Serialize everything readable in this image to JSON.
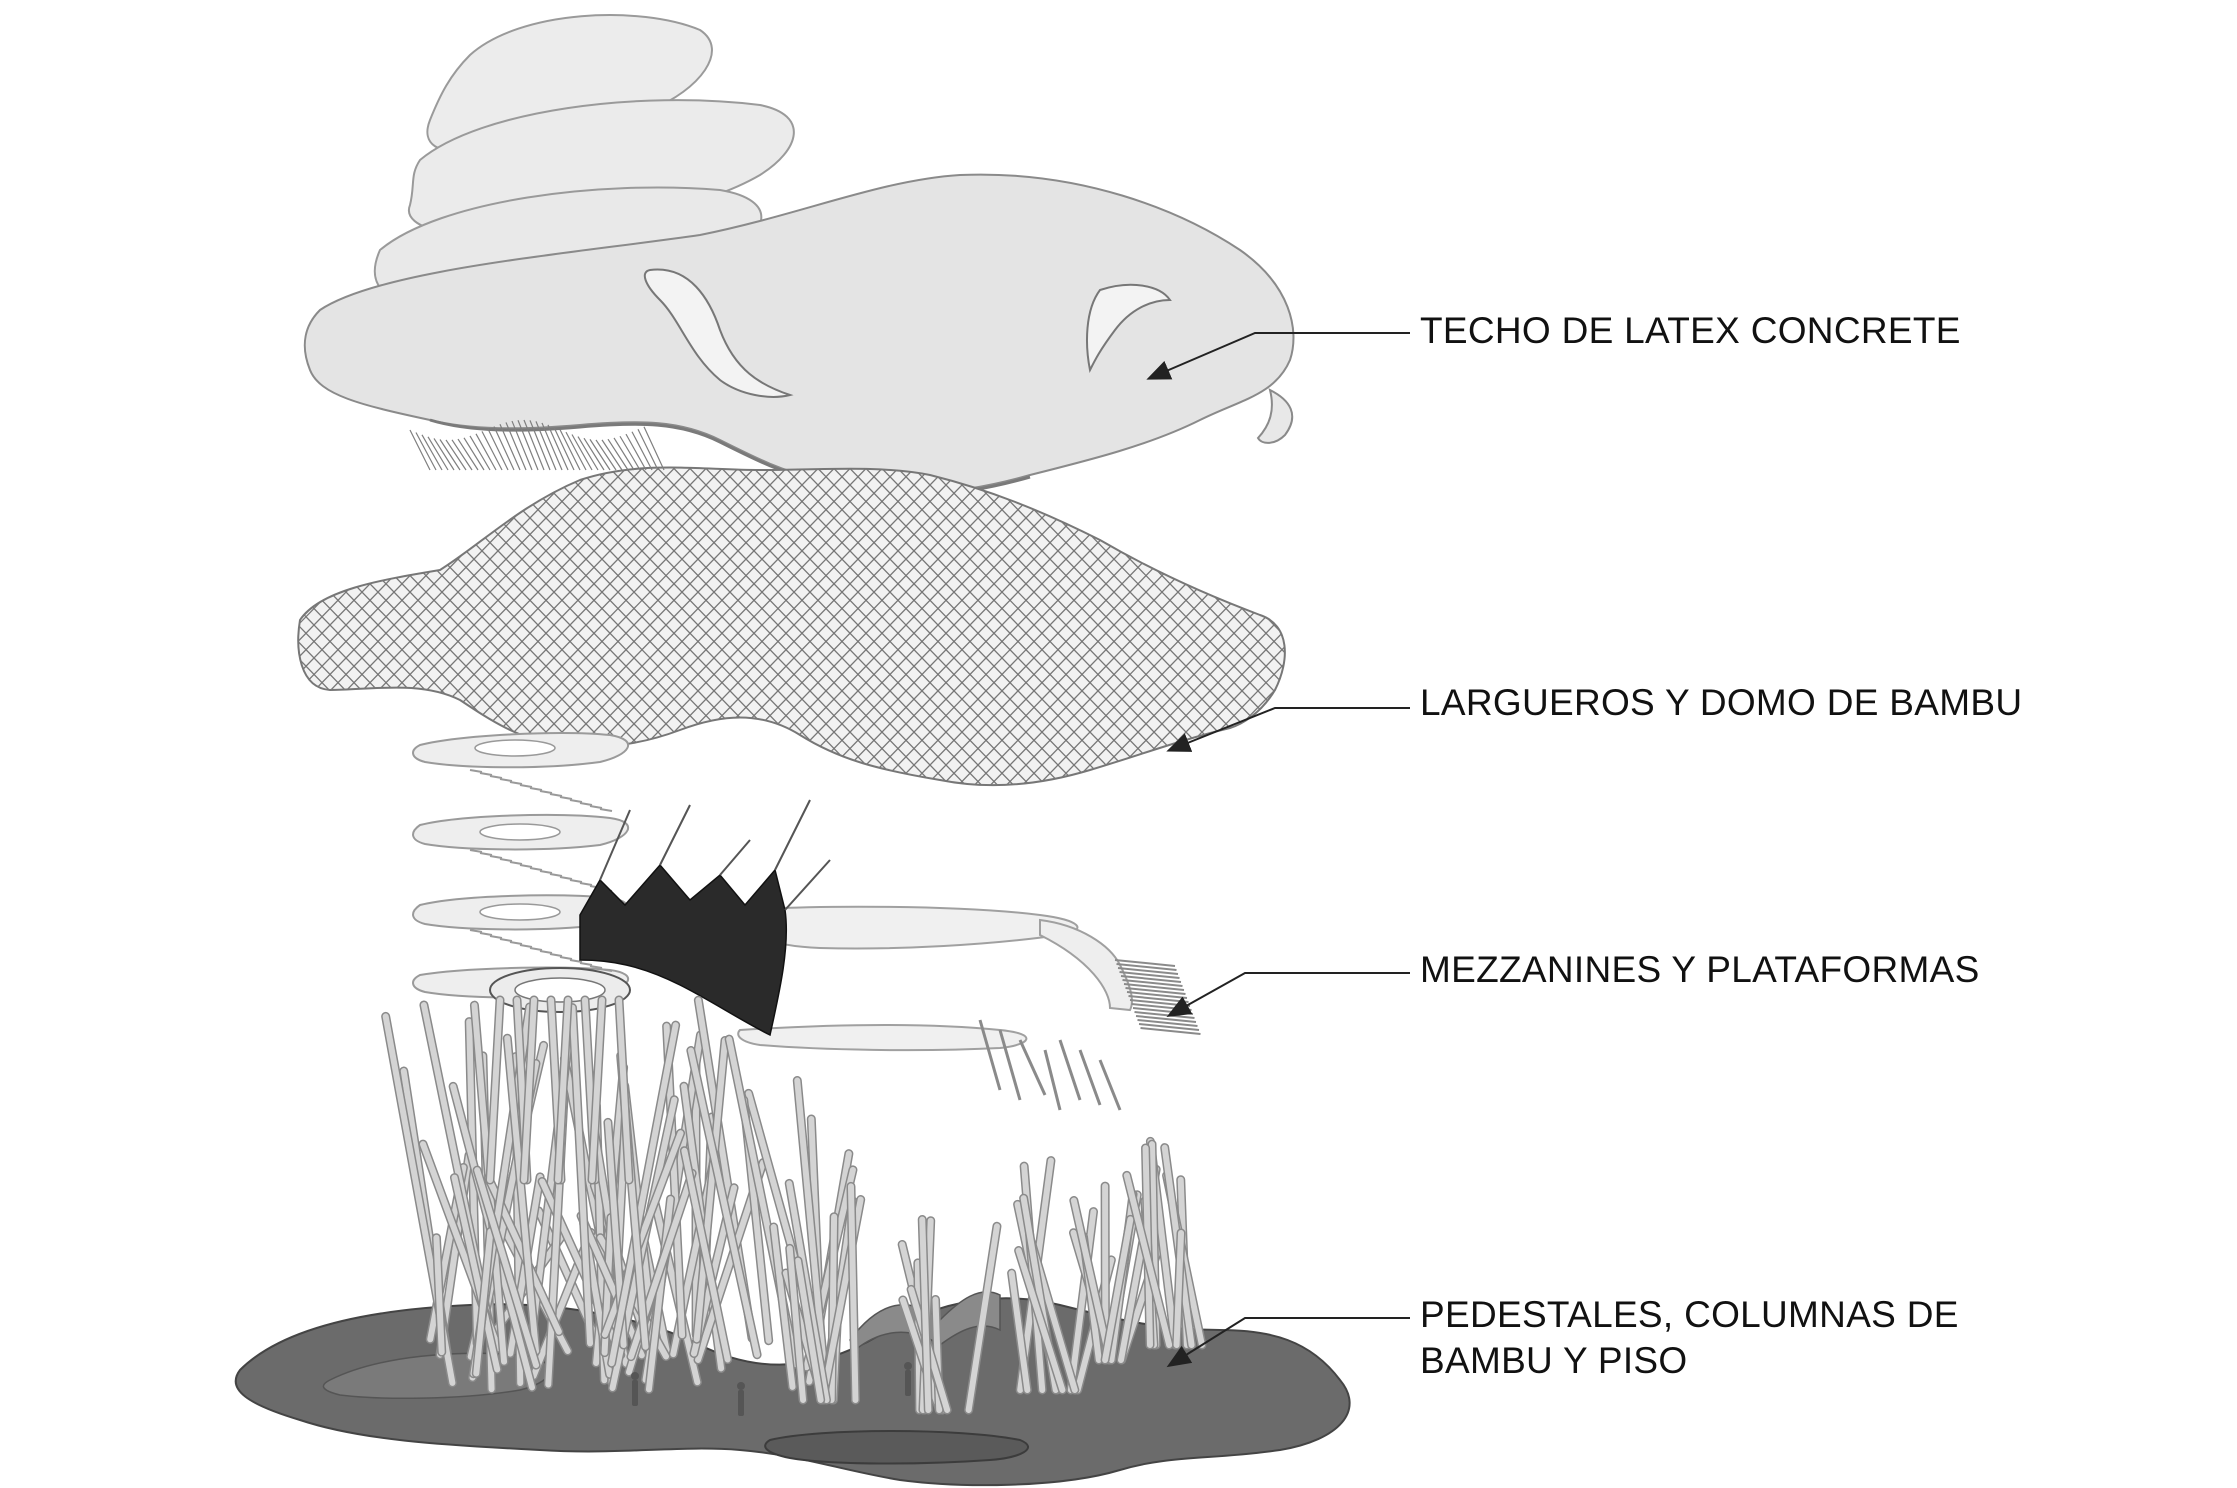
{
  "labels": {
    "roof": "TECHO DE LATEX CONCRETE",
    "dome": "LARGUEROS Y DOMO DE BAMBU",
    "mezzanines": "MEZZANINES Y PLATAFORMAS",
    "pedestals_line1": "PEDESTALES, COLUMNAS DE",
    "pedestals_line2": "BAMBU Y PISO"
  },
  "colors": {
    "roof_fill": "#e6e6e6",
    "roof_stroke": "#8a8a8a",
    "lattice": "#777777",
    "base_fill": "#6b6b6b",
    "tension_membrane": "#2a2a2a",
    "bamboo": "#d4d4d4",
    "leader": "#222222"
  }
}
